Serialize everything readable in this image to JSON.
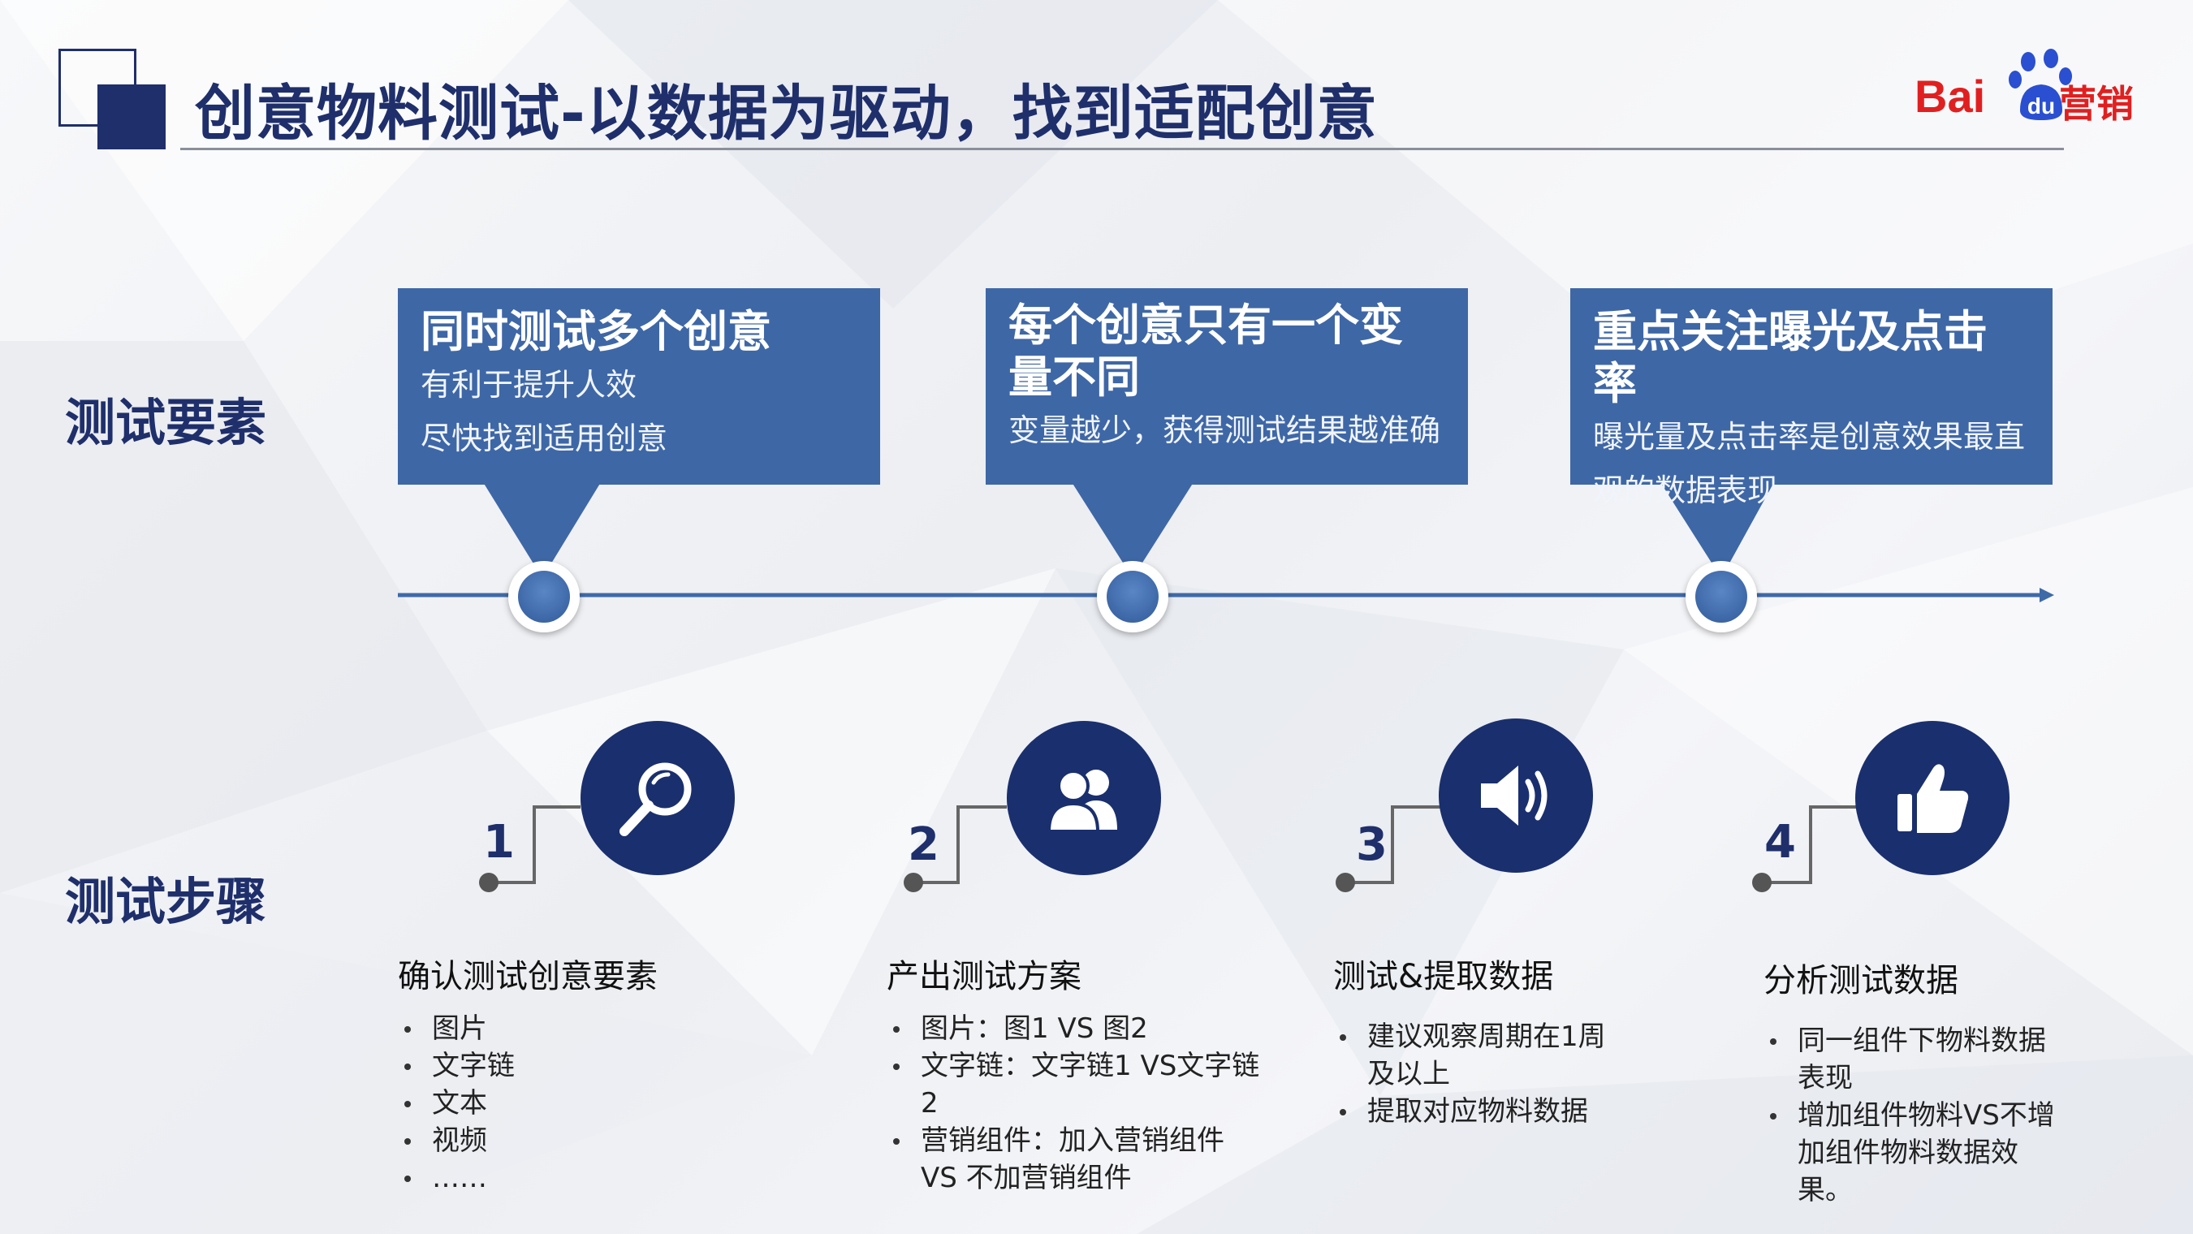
{
  "header": {
    "title": "创意物料测试-以数据为驱动，找到适配创意",
    "logo_text": "Bai",
    "logo_du": "du",
    "logo_suffix": "营销"
  },
  "sections": {
    "elements_label": "测试要素",
    "steps_label": "测试步骤"
  },
  "cards": [
    {
      "title": "同时测试多个创意",
      "lines": [
        "有利于提升人效",
        "尽快找到适用创意"
      ]
    },
    {
      "title": "每个创意只有一个变量不同",
      "lines": [
        "变量越少，获得测试结果越准确"
      ]
    },
    {
      "title": "重点关注曝光及点击率",
      "lines": [
        "曝光量及点击率是创意效果最直观的数据表现"
      ]
    }
  ],
  "steps": [
    {
      "num": "1",
      "icon": "search-icon",
      "title": "确认测试创意要素",
      "bullets": [
        "图片",
        "文字链",
        "文本",
        "视频",
        "……"
      ]
    },
    {
      "num": "2",
      "icon": "users-icon",
      "title": "产出测试方案",
      "bullets": [
        "图片：图1 VS 图2",
        "文字链：文字链1 VS文字链2",
        "营销组件：加入营销组件 VS 不加营销组件"
      ]
    },
    {
      "num": "3",
      "icon": "speaker-icon",
      "title": "测试&提取数据",
      "bullets": [
        "建议观察周期在1周及以上",
        "提取对应物料数据"
      ]
    },
    {
      "num": "4",
      "icon": "thumbs-up-icon",
      "title": "分析测试数据",
      "bullets": [
        "同一组件下物料数据表现",
        "增加组件物料VS不增加组件物料数据效果。"
      ]
    }
  ],
  "colors": {
    "navy": "#1f2f6b",
    "card_blue": "#3e67a6",
    "timeline_blue": "#3f6aa8",
    "brand_red": "#e02020"
  }
}
